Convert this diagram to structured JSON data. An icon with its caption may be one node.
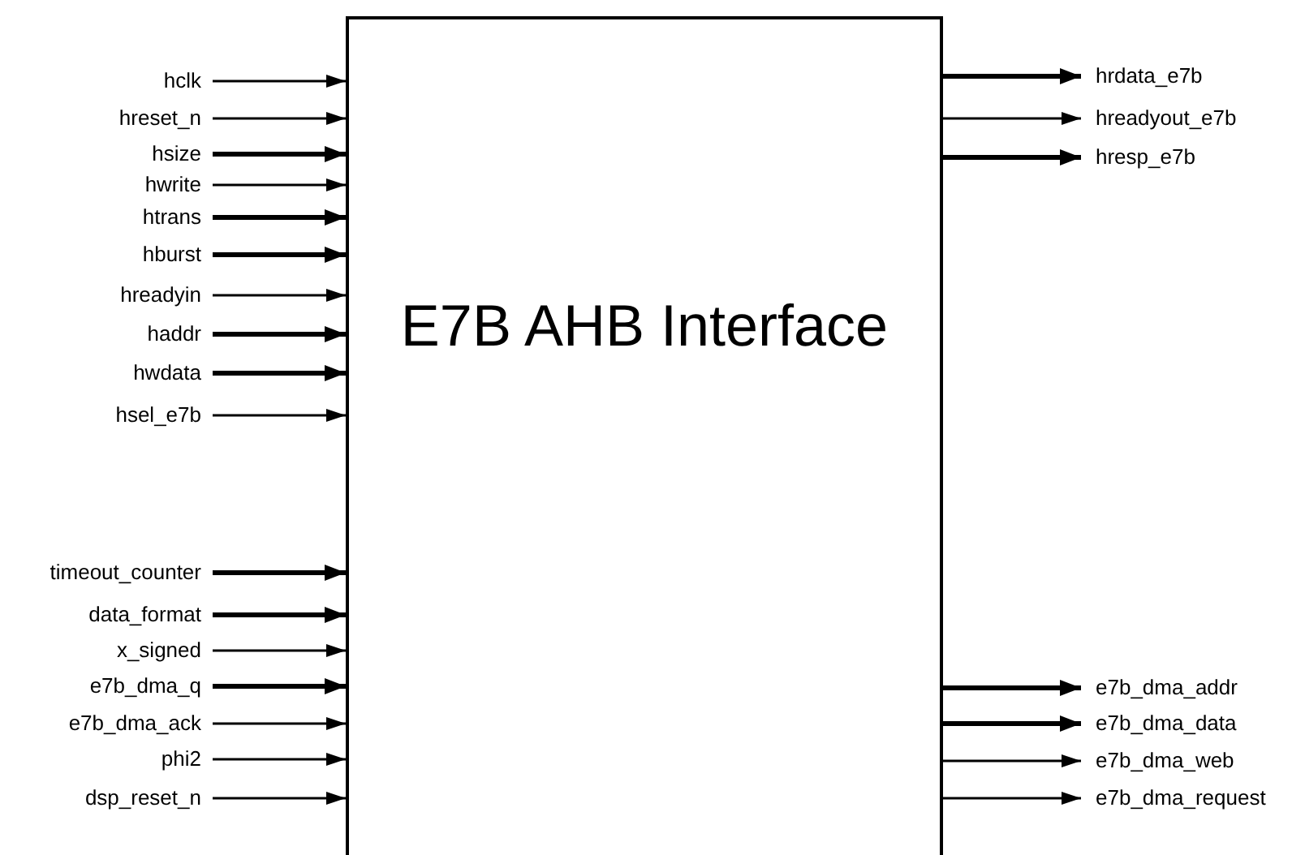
{
  "diagram": {
    "nodes": [
      {
        "text": [
          "E7B AHB Interface"
        ]
      },
      {
        "text": [
          "hclk"
        ]
      },
      {
        "text": [
          "hreset_n"
        ]
      },
      {
        "text": [
          "hsize"
        ]
      },
      {
        "text": [
          "hwrite"
        ]
      },
      {
        "text": [
          "htrans"
        ]
      },
      {
        "text": [
          "hburst"
        ]
      },
      {
        "text": [
          "hreadyin"
        ]
      },
      {
        "text": [
          "haddr"
        ]
      },
      {
        "text": [
          "hwdata"
        ]
      },
      {
        "text": [
          "hsel_e7b"
        ]
      },
      {
        "text": [
          "timeout_counter"
        ]
      },
      {
        "text": [
          "data_format"
        ]
      },
      {
        "text": [
          "x_signed"
        ]
      },
      {
        "text": [
          "e7b_dma_q"
        ]
      },
      {
        "text": [
          "e7b_dma_ack"
        ]
      },
      {
        "text": [
          "phi2"
        ]
      },
      {
        "text": [
          "dsp_reset_n"
        ]
      },
      {
        "text": [
          "hrdata_e7b"
        ]
      },
      {
        "text": [
          "hreadyout_e7b"
        ]
      },
      {
        "text": [
          "hresp_e7b"
        ]
      },
      {
        "text": [
          "e7b_dma_addr"
        ]
      },
      {
        "text": [
          "e7b_dma_data"
        ]
      },
      {
        "text": [
          "e7b_dma_web"
        ]
      },
      {
        "text": [
          "e7b_dma_request"
        ]
      }
    ],
    "edges": [
      {
        "from": 1,
        "to": 0,
        "arrow": "to"
      },
      {
        "from": 2,
        "to": 0,
        "arrow": "to"
      },
      {
        "from": 3,
        "to": 0,
        "arrow": "to",
        "style": "thick"
      },
      {
        "from": 4,
        "to": 0,
        "arrow": "to"
      },
      {
        "from": 5,
        "to": 0,
        "arrow": "to",
        "style": "thick"
      },
      {
        "from": 6,
        "to": 0,
        "arrow": "to",
        "style": "thick"
      },
      {
        "from": 7,
        "to": 0,
        "arrow": "to"
      },
      {
        "from": 8,
        "to": 0,
        "arrow": "to",
        "style": "thick"
      },
      {
        "from": 9,
        "to": 0,
        "arrow": "to",
        "style": "thick"
      },
      {
        "from": 10,
        "to": 0,
        "arrow": "to"
      },
      {
        "from": 11,
        "to": 0,
        "arrow": "to",
        "style": "thick"
      },
      {
        "from": 12,
        "to": 0,
        "arrow": "to",
        "style": "thick"
      },
      {
        "from": 13,
        "to": 0,
        "arrow": "to"
      },
      {
        "from": 14,
        "to": 0,
        "arrow": "to",
        "style": "thick"
      },
      {
        "from": 15,
        "to": 0,
        "arrow": "to"
      },
      {
        "from": 16,
        "to": 0,
        "arrow": "to"
      },
      {
        "from": 17,
        "to": 0,
        "arrow": "to"
      },
      {
        "from": 0,
        "to": 18,
        "arrow": "to",
        "style": "thick"
      },
      {
        "from": 0,
        "to": 19,
        "arrow": "to"
      },
      {
        "from": 0,
        "to": 20,
        "arrow": "to",
        "style": "thick"
      },
      {
        "from": 0,
        "to": 21,
        "arrow": "to",
        "style": "thick"
      },
      {
        "from": 0,
        "to": 22,
        "arrow": "to",
        "style": "thick"
      },
      {
        "from": 0,
        "to": 23,
        "arrow": "to"
      },
      {
        "from": 0,
        "to": 24,
        "arrow": "to"
      }
    ]
  }
}
